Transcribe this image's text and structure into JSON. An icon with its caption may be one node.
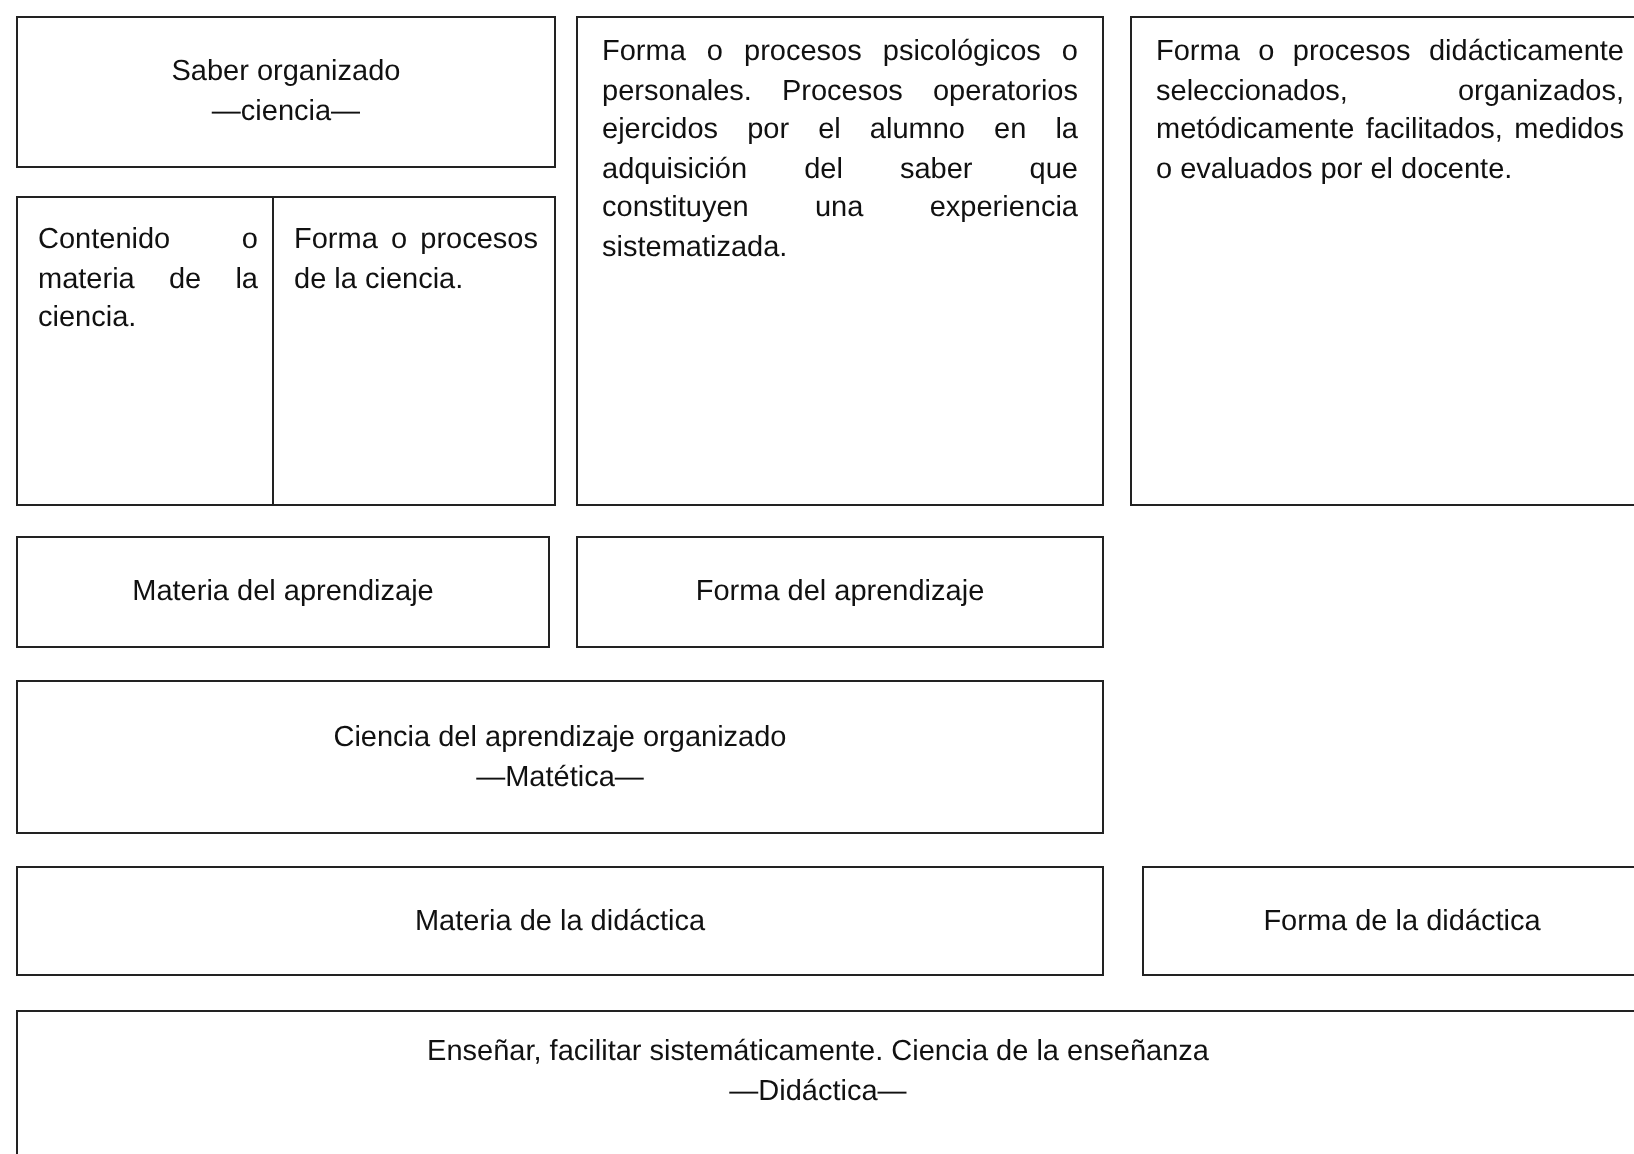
{
  "diagram": {
    "nodes": [
      {
        "text": [
          "Saber organizado",
          "—ciencia—"
        ]
      },
      {
        "text": [
          "Contenido o materia de la ciencia."
        ]
      },
      {
        "text": [
          "Forma o procesos de la ciencia."
        ]
      },
      {
        "text": [
          "Forma o procesos psicológicos o personales. Procesos operatorios ejercidos por el alumno en la adquisición del saber que constituyen una experiencia sistematizada."
        ]
      },
      {
        "text": [
          "Forma o procesos didácticamente seleccionados, organizados, metódicamente facilitados, medidos o evaluados por el docente."
        ]
      },
      {
        "text": [
          "Materia del aprendizaje"
        ]
      },
      {
        "text": [
          "Forma del aprendizaje"
        ]
      },
      {
        "text": [
          "Ciencia del aprendizaje organizado",
          "—Matética—"
        ]
      },
      {
        "text": [
          "Materia de la didáctica"
        ]
      },
      {
        "text": [
          "Forma de la didáctica"
        ]
      },
      {
        "text": [
          "Enseñar, facilitar sistemáticamente. Ciencia de la enseñanza",
          "—Didáctica—"
        ]
      }
    ]
  }
}
